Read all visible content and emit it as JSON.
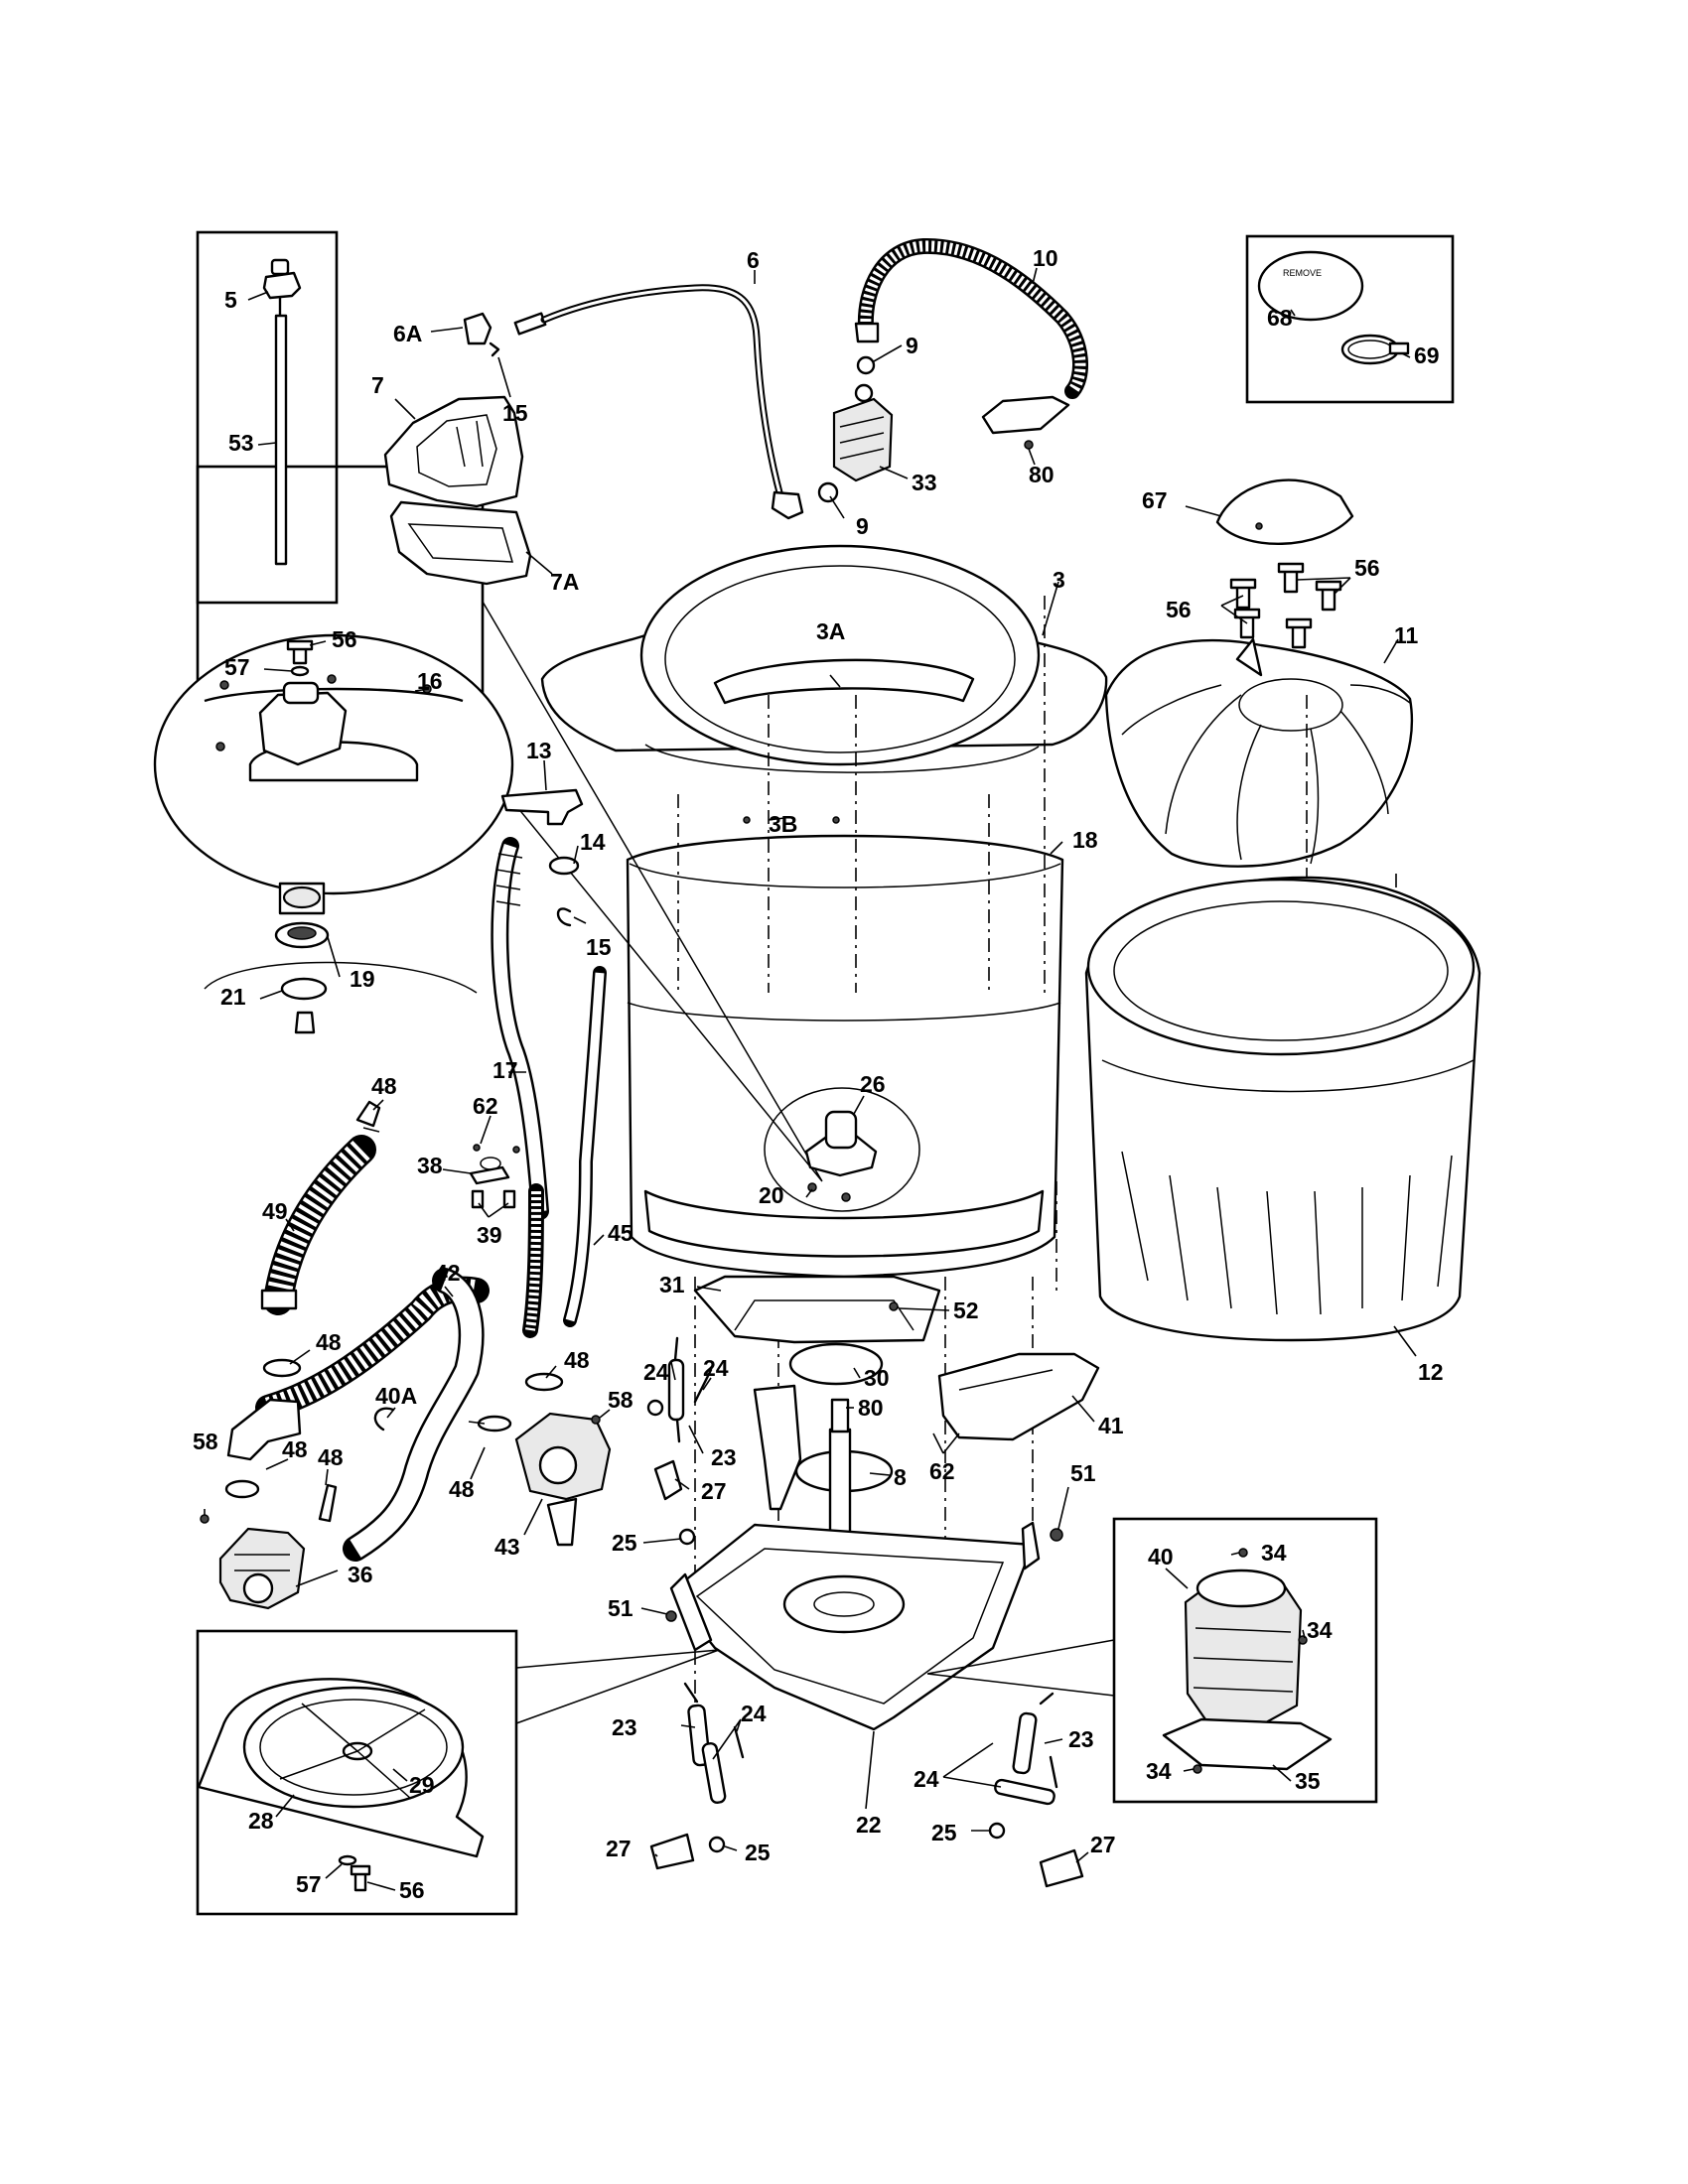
{
  "callouts": [
    {
      "id": "5",
      "text": "5"
    },
    {
      "id": "53",
      "text": "53"
    },
    {
      "id": "6A",
      "text": "6A"
    },
    {
      "id": "7",
      "text": "7"
    },
    {
      "id": "15a",
      "text": "15"
    },
    {
      "id": "7A",
      "text": "7A"
    },
    {
      "id": "6",
      "text": "6"
    },
    {
      "id": "9a",
      "text": "9"
    },
    {
      "id": "9b",
      "text": "9"
    },
    {
      "id": "33",
      "text": "33"
    },
    {
      "id": "10",
      "text": "10"
    },
    {
      "id": "80a",
      "text": "80"
    },
    {
      "id": "68",
      "text": "68"
    },
    {
      "id": "69",
      "text": "69"
    },
    {
      "id": "67",
      "text": "67"
    },
    {
      "id": "56a",
      "text": "56"
    },
    {
      "id": "56b",
      "text": "56"
    },
    {
      "id": "11",
      "text": "11"
    },
    {
      "id": "3",
      "text": "3"
    },
    {
      "id": "3A",
      "text": "3A"
    },
    {
      "id": "3B",
      "text": "3B"
    },
    {
      "id": "18",
      "text": "18"
    },
    {
      "id": "13",
      "text": "13"
    },
    {
      "id": "14",
      "text": "14"
    },
    {
      "id": "15b",
      "text": "15"
    },
    {
      "id": "56c",
      "text": "56"
    },
    {
      "id": "57a",
      "text": "57"
    },
    {
      "id": "16",
      "text": "16"
    },
    {
      "id": "19",
      "text": "19"
    },
    {
      "id": "21",
      "text": "21"
    },
    {
      "id": "17",
      "text": "17"
    },
    {
      "id": "26",
      "text": "26"
    },
    {
      "id": "20",
      "text": "20"
    },
    {
      "id": "12",
      "text": "12"
    },
    {
      "id": "48a",
      "text": "48"
    },
    {
      "id": "62a",
      "text": "62"
    },
    {
      "id": "38",
      "text": "38"
    },
    {
      "id": "39",
      "text": "39"
    },
    {
      "id": "49",
      "text": "49"
    },
    {
      "id": "45",
      "text": "45"
    },
    {
      "id": "42",
      "text": "42"
    },
    {
      "id": "31",
      "text": "31"
    },
    {
      "id": "52",
      "text": "52"
    },
    {
      "id": "48b",
      "text": "48"
    },
    {
      "id": "48c",
      "text": "48"
    },
    {
      "id": "24a",
      "text": "24"
    },
    {
      "id": "24b",
      "text": "24"
    },
    {
      "id": "30",
      "text": "30"
    },
    {
      "id": "80b",
      "text": "80"
    },
    {
      "id": "41",
      "text": "41"
    },
    {
      "id": "40A",
      "text": "40A"
    },
    {
      "id": "58a",
      "text": "58"
    },
    {
      "id": "23a",
      "text": "23"
    },
    {
      "id": "62b",
      "text": "62"
    },
    {
      "id": "8",
      "text": "8"
    },
    {
      "id": "58b",
      "text": "58"
    },
    {
      "id": "48d",
      "text": "48"
    },
    {
      "id": "48e",
      "text": "48"
    },
    {
      "id": "48f",
      "text": "48"
    },
    {
      "id": "27a",
      "text": "27"
    },
    {
      "id": "43",
      "text": "43"
    },
    {
      "id": "25a",
      "text": "25"
    },
    {
      "id": "51a",
      "text": "51"
    },
    {
      "id": "36",
      "text": "36"
    },
    {
      "id": "51b",
      "text": "51"
    },
    {
      "id": "40",
      "text": "40"
    },
    {
      "id": "34a",
      "text": "34"
    },
    {
      "id": "34b",
      "text": "34"
    },
    {
      "id": "34c",
      "text": "34"
    },
    {
      "id": "35",
      "text": "35"
    },
    {
      "id": "23b",
      "text": "23"
    },
    {
      "id": "24c",
      "text": "24"
    },
    {
      "id": "23c",
      "text": "23"
    },
    {
      "id": "24d",
      "text": "24"
    },
    {
      "id": "29",
      "text": "29"
    },
    {
      "id": "28",
      "text": "28"
    },
    {
      "id": "27b",
      "text": "27"
    },
    {
      "id": "25b",
      "text": "25"
    },
    {
      "id": "22",
      "text": "22"
    },
    {
      "id": "25c",
      "text": "25"
    },
    {
      "id": "27c",
      "text": "27"
    },
    {
      "id": "57b",
      "text": "57"
    },
    {
      "id": "56d",
      "text": "56"
    }
  ],
  "label_68_text": "REMOVE",
  "icons": [
    "exploded-parts-diagram"
  ]
}
